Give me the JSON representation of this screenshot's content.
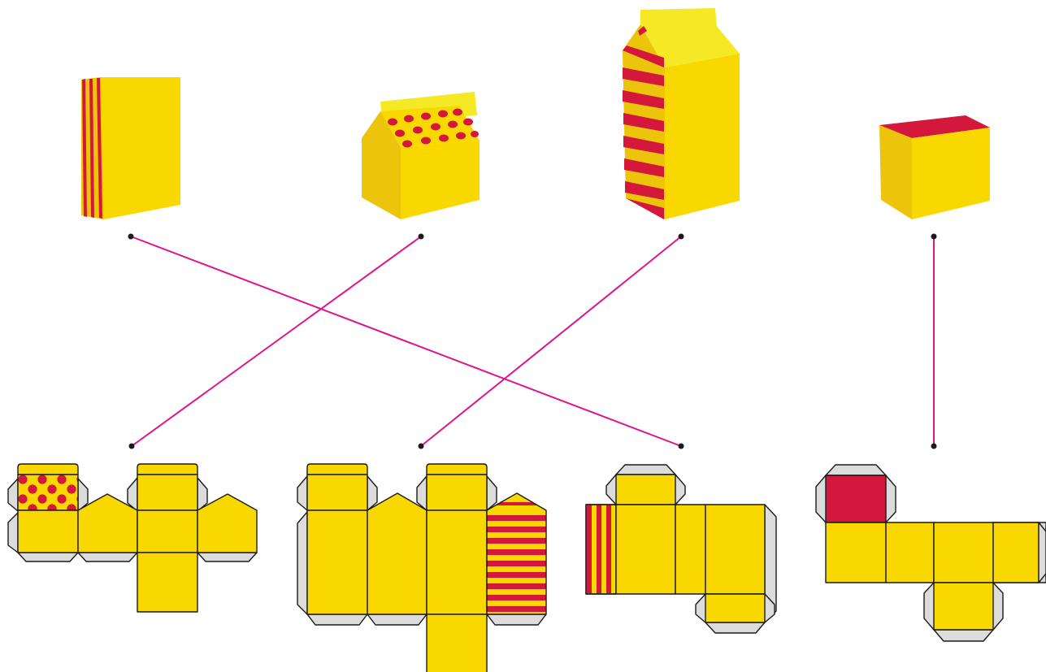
{
  "colors": {
    "yellow": "#f9d800",
    "yellow_shade": "#ecc40b",
    "yellow_bright": "#f4e924",
    "red": "#d3183c",
    "flap_gray": "#dcdcdc",
    "outline": "#1b1b1b",
    "connector": "#e0138c"
  },
  "boxes": [
    {
      "id": "cereal-box",
      "pattern": "vertical-stripes"
    },
    {
      "id": "small-carton",
      "pattern": "dots"
    },
    {
      "id": "tall-carton",
      "pattern": "diagonal-stripes"
    },
    {
      "id": "cube-box",
      "pattern": "red-top"
    }
  ],
  "nets": [
    {
      "id": "dotted-carton-net",
      "pattern": "dots"
    },
    {
      "id": "striped-carton-net",
      "pattern": "horizontal-stripes"
    },
    {
      "id": "cereal-box-net",
      "pattern": "vertical-stripes"
    },
    {
      "id": "cube-net",
      "pattern": "red-square"
    }
  ],
  "matches": [
    {
      "box": "cereal-box",
      "net": "cereal-box-net"
    },
    {
      "box": "small-carton",
      "net": "dotted-carton-net"
    },
    {
      "box": "tall-carton",
      "net": "striped-carton-net"
    },
    {
      "box": "cube-box",
      "net": "cube-net"
    }
  ]
}
